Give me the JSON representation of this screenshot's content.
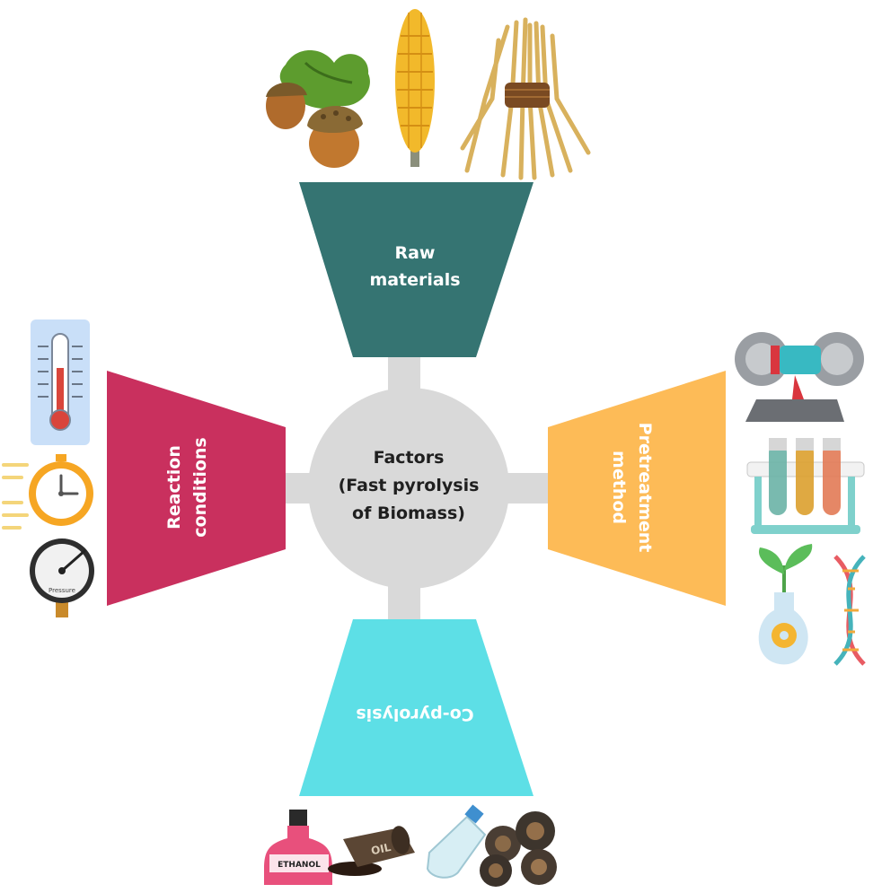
{
  "center": {
    "line1": "Factors",
    "line2": "(Fast pyrolysis",
    "line3": "of Biomass)"
  },
  "funnels": {
    "top": {
      "line1": "Raw",
      "line2": "materials",
      "color": "#357472"
    },
    "left": {
      "line1": "Reaction",
      "line2": "conditions",
      "color": "#c9305e"
    },
    "right": {
      "line1": "Pretreatment",
      "line2": "method",
      "color": "#fdbb57"
    },
    "bottom": {
      "line1": "Co-pyrolysis",
      "color": "#5ddfe6"
    }
  },
  "hub_color": "#d9d9d9",
  "icons": {
    "top": [
      "acorn-icon",
      "corn-icon",
      "straw-bundle-icon"
    ],
    "left": [
      "thermometer-icon",
      "clock-icon",
      "pressure-gauge-icon"
    ],
    "right": [
      "bench-grinder-icon",
      "test-tubes-icon",
      "plant-flask-icon",
      "dna-icon"
    ],
    "bottom": [
      "ethanol-bottle-icon",
      "oil-barrel-icon",
      "plastic-bottle-icon",
      "tires-icon"
    ]
  },
  "labels": {
    "ethanol": "ETHANOL",
    "barrel": "OIL",
    "gauge": "Pressure"
  }
}
